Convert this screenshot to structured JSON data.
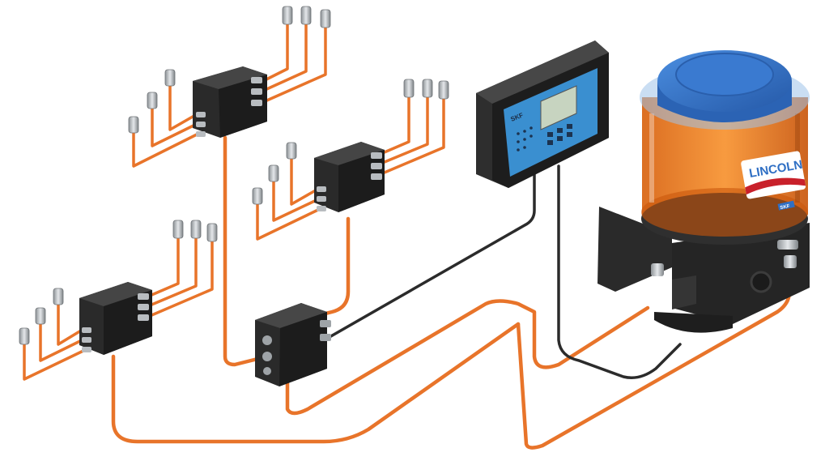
{
  "brand": {
    "pump_label": "LINCOLN",
    "controller_label": "SKF",
    "pump_badge": "SKF"
  },
  "colors": {
    "tube": "#e8742a",
    "tube_shade": "#c4551a",
    "block": "#2a2a2a",
    "fitting": "#b8bcc0",
    "cable": "#2b2b2b",
    "reservoir": "#f07a1e",
    "lid": "#2f6fc4",
    "controller_panel": "#3a8fd0",
    "lincoln_red": "#c8202a"
  },
  "components": {
    "pump": "grease-pump-icon",
    "controller": "control-unit-icon",
    "distributors": [
      "distributor-block-icon",
      "distributor-block-icon",
      "distributor-block-icon",
      "distributor-block-icon"
    ]
  }
}
